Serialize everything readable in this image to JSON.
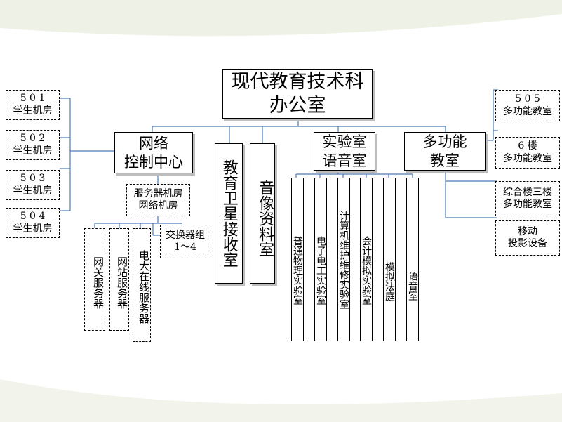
{
  "title": "现代教育技术科\n办公室",
  "main_units": [
    {
      "id": "network",
      "label": "网络\n控制中心"
    },
    {
      "id": "satellite",
      "label": "教育卫星接收室"
    },
    {
      "id": "av",
      "label": "音像资料室"
    },
    {
      "id": "lab",
      "label": "实验室\n语音室"
    },
    {
      "id": "multi",
      "label": "多功能\n教室"
    }
  ],
  "student_labs": [
    "5 0 1\n学生机房",
    "5 0 2\n学生机房",
    "5 0 3\n学生机房",
    "5 0 4\n学生机房"
  ],
  "server_rooms": "服务器机房\n网络机房",
  "servers": [
    "网关服务器",
    "网站服务器",
    "电大在线服务器"
  ],
  "switch_group": "交换器组\n1～4",
  "labs": [
    "普通物理实验室",
    "电子电工实验室",
    "计算机维护维修实验室",
    "会计模拟实验室",
    "模拟法庭",
    "语音室"
  ],
  "multi_rooms": [
    "5 0 5\n多功能教室",
    "6 楼\n多功能教室",
    "综合楼三楼\n多功能教室",
    "移动\n投影设备"
  ]
}
